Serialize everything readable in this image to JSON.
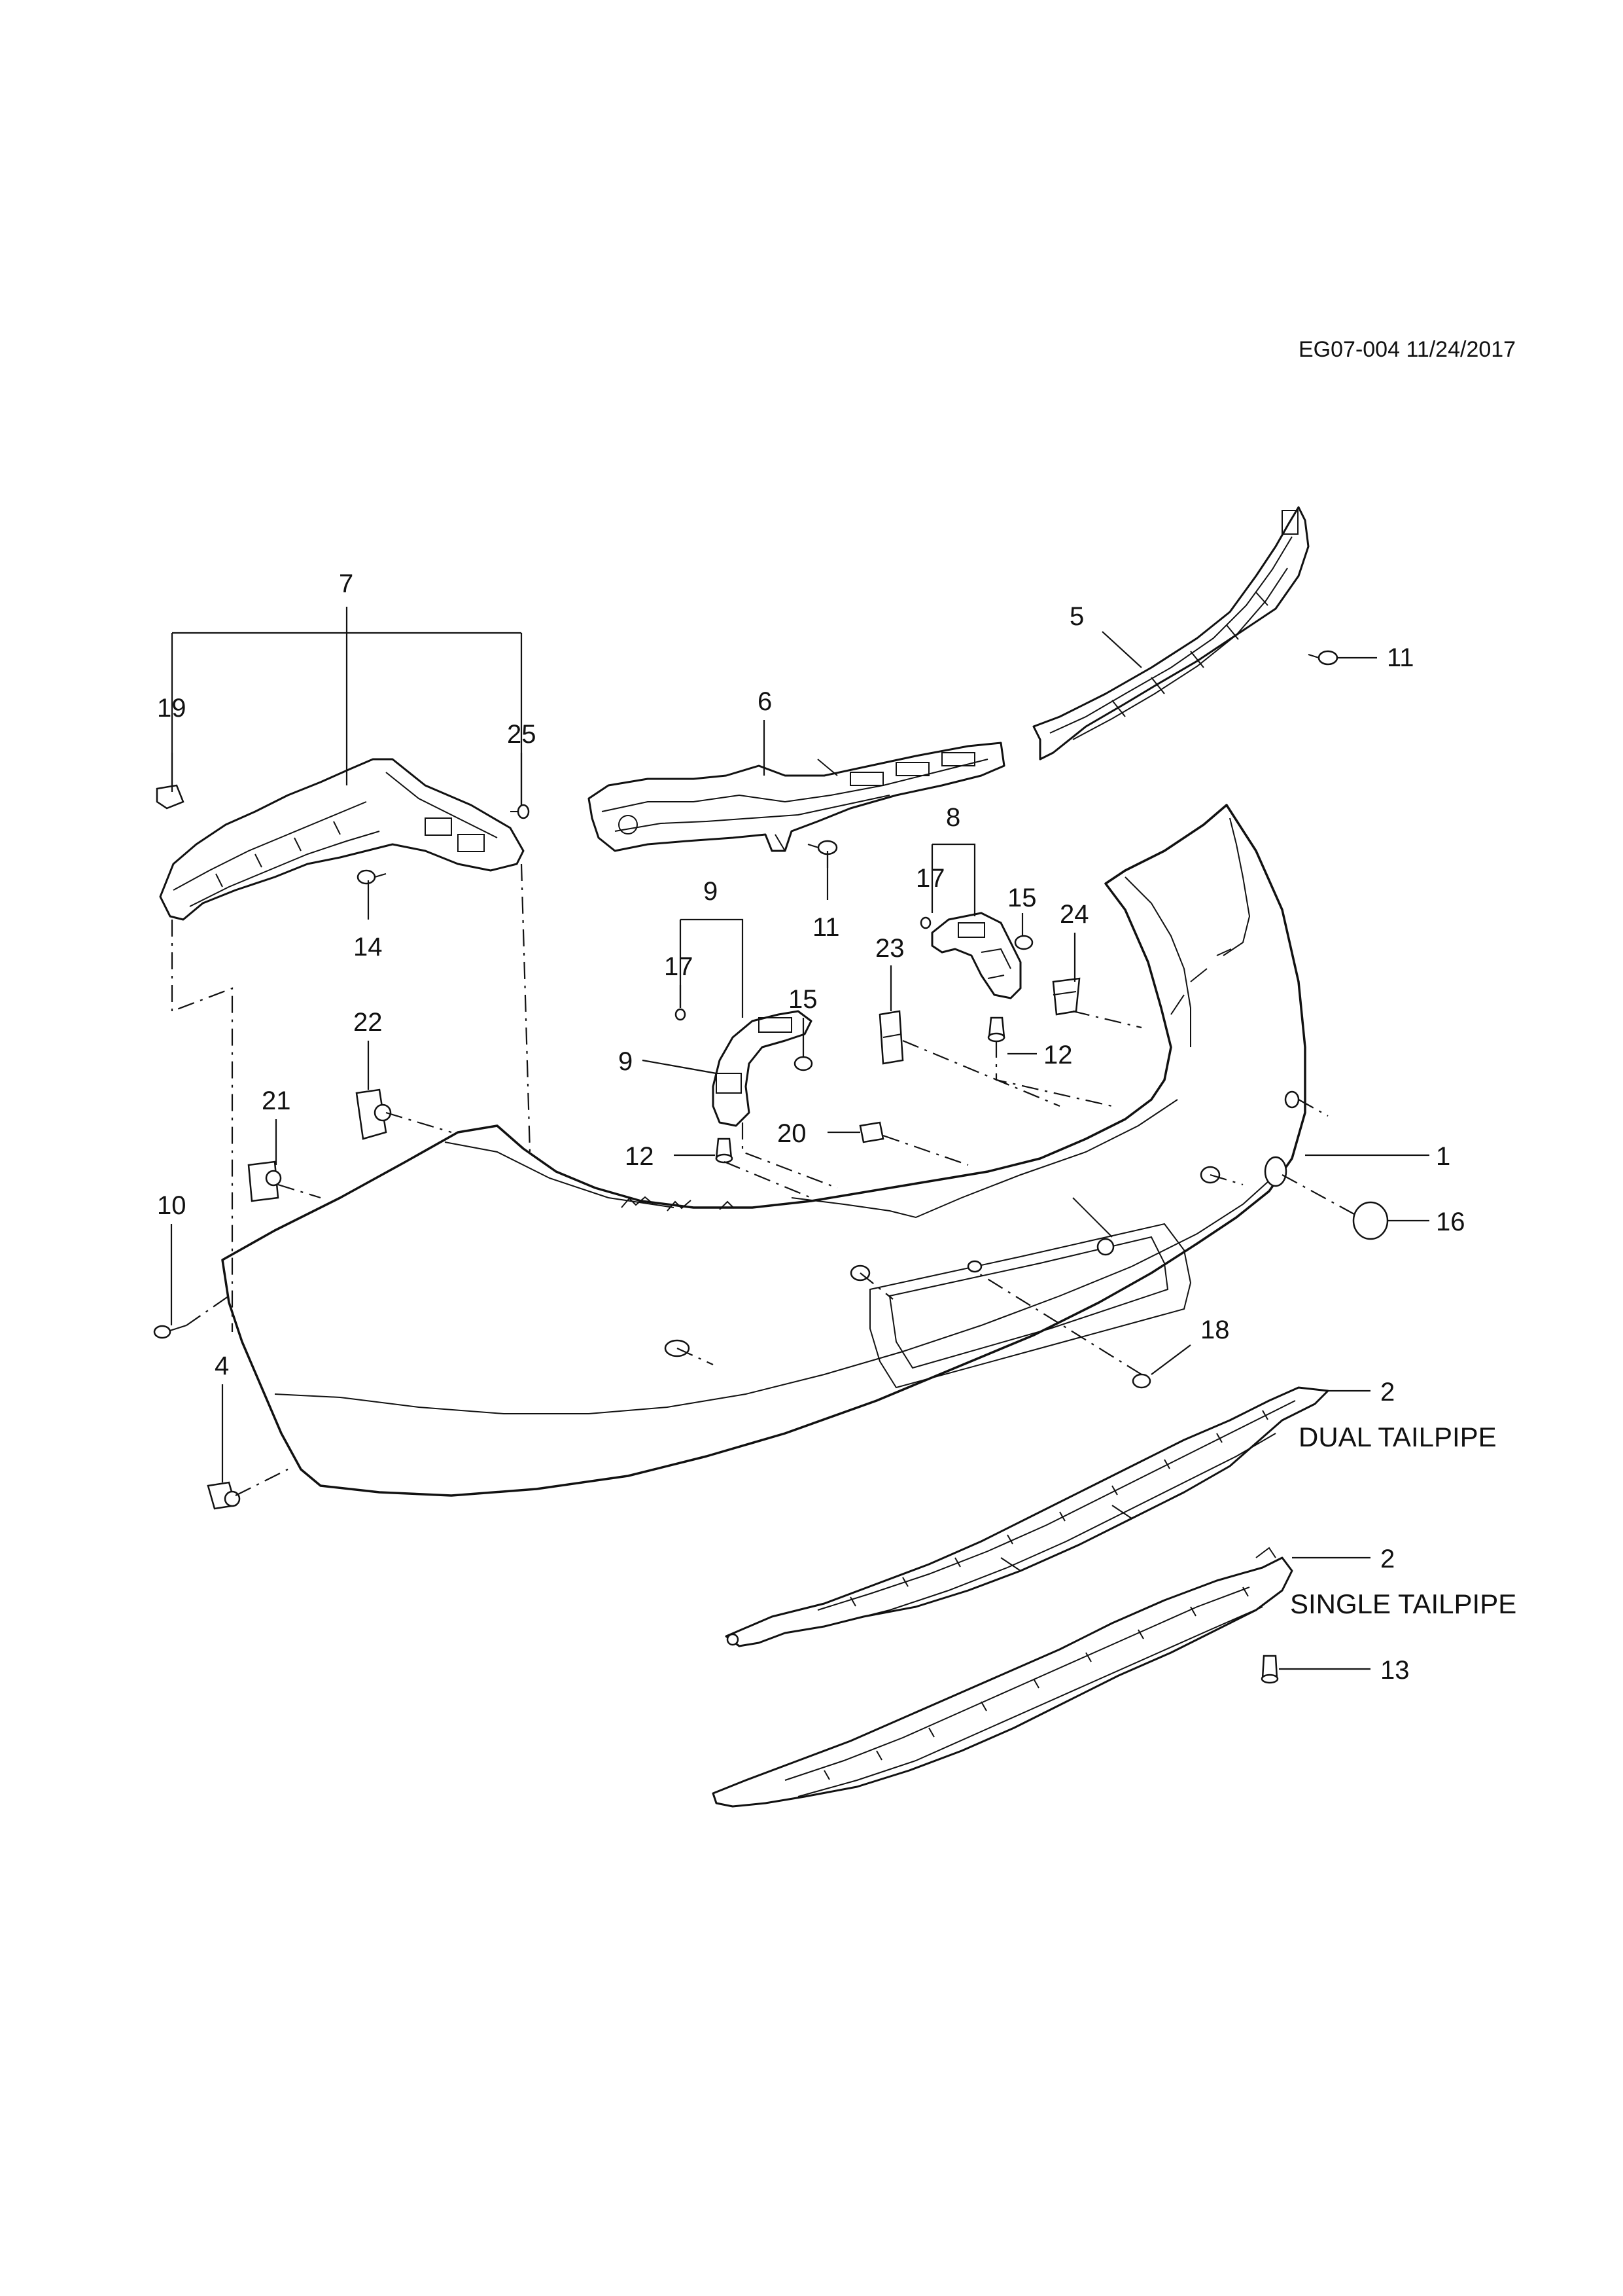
{
  "diagram": {
    "reference_code": "EG07-004 11/24/2017",
    "variant_labels": {
      "dual_tailpipe": "DUAL TAILPIPE",
      "single_tailpipe": "SINGLE TAILPIPE"
    },
    "callouts": {
      "c1": "1",
      "c2_dual": "2",
      "c2_single": "2",
      "c4": "4",
      "c5": "5",
      "c6": "6",
      "c7": "7",
      "c8": "8",
      "c9_top": "9",
      "c9_side": "9",
      "c10": "10",
      "c11_upper": "11",
      "c11_lower": "11",
      "c12_left": "12",
      "c12_right": "12",
      "c13": "13",
      "c14": "14",
      "c15_left": "15",
      "c15_right": "15",
      "c16": "16",
      "c17_left": "17",
      "c17_right": "17",
      "c18": "18",
      "c19": "19",
      "c20": "20",
      "c21": "21",
      "c22": "22",
      "c23": "23",
      "c24": "24",
      "c25": "25"
    }
  }
}
